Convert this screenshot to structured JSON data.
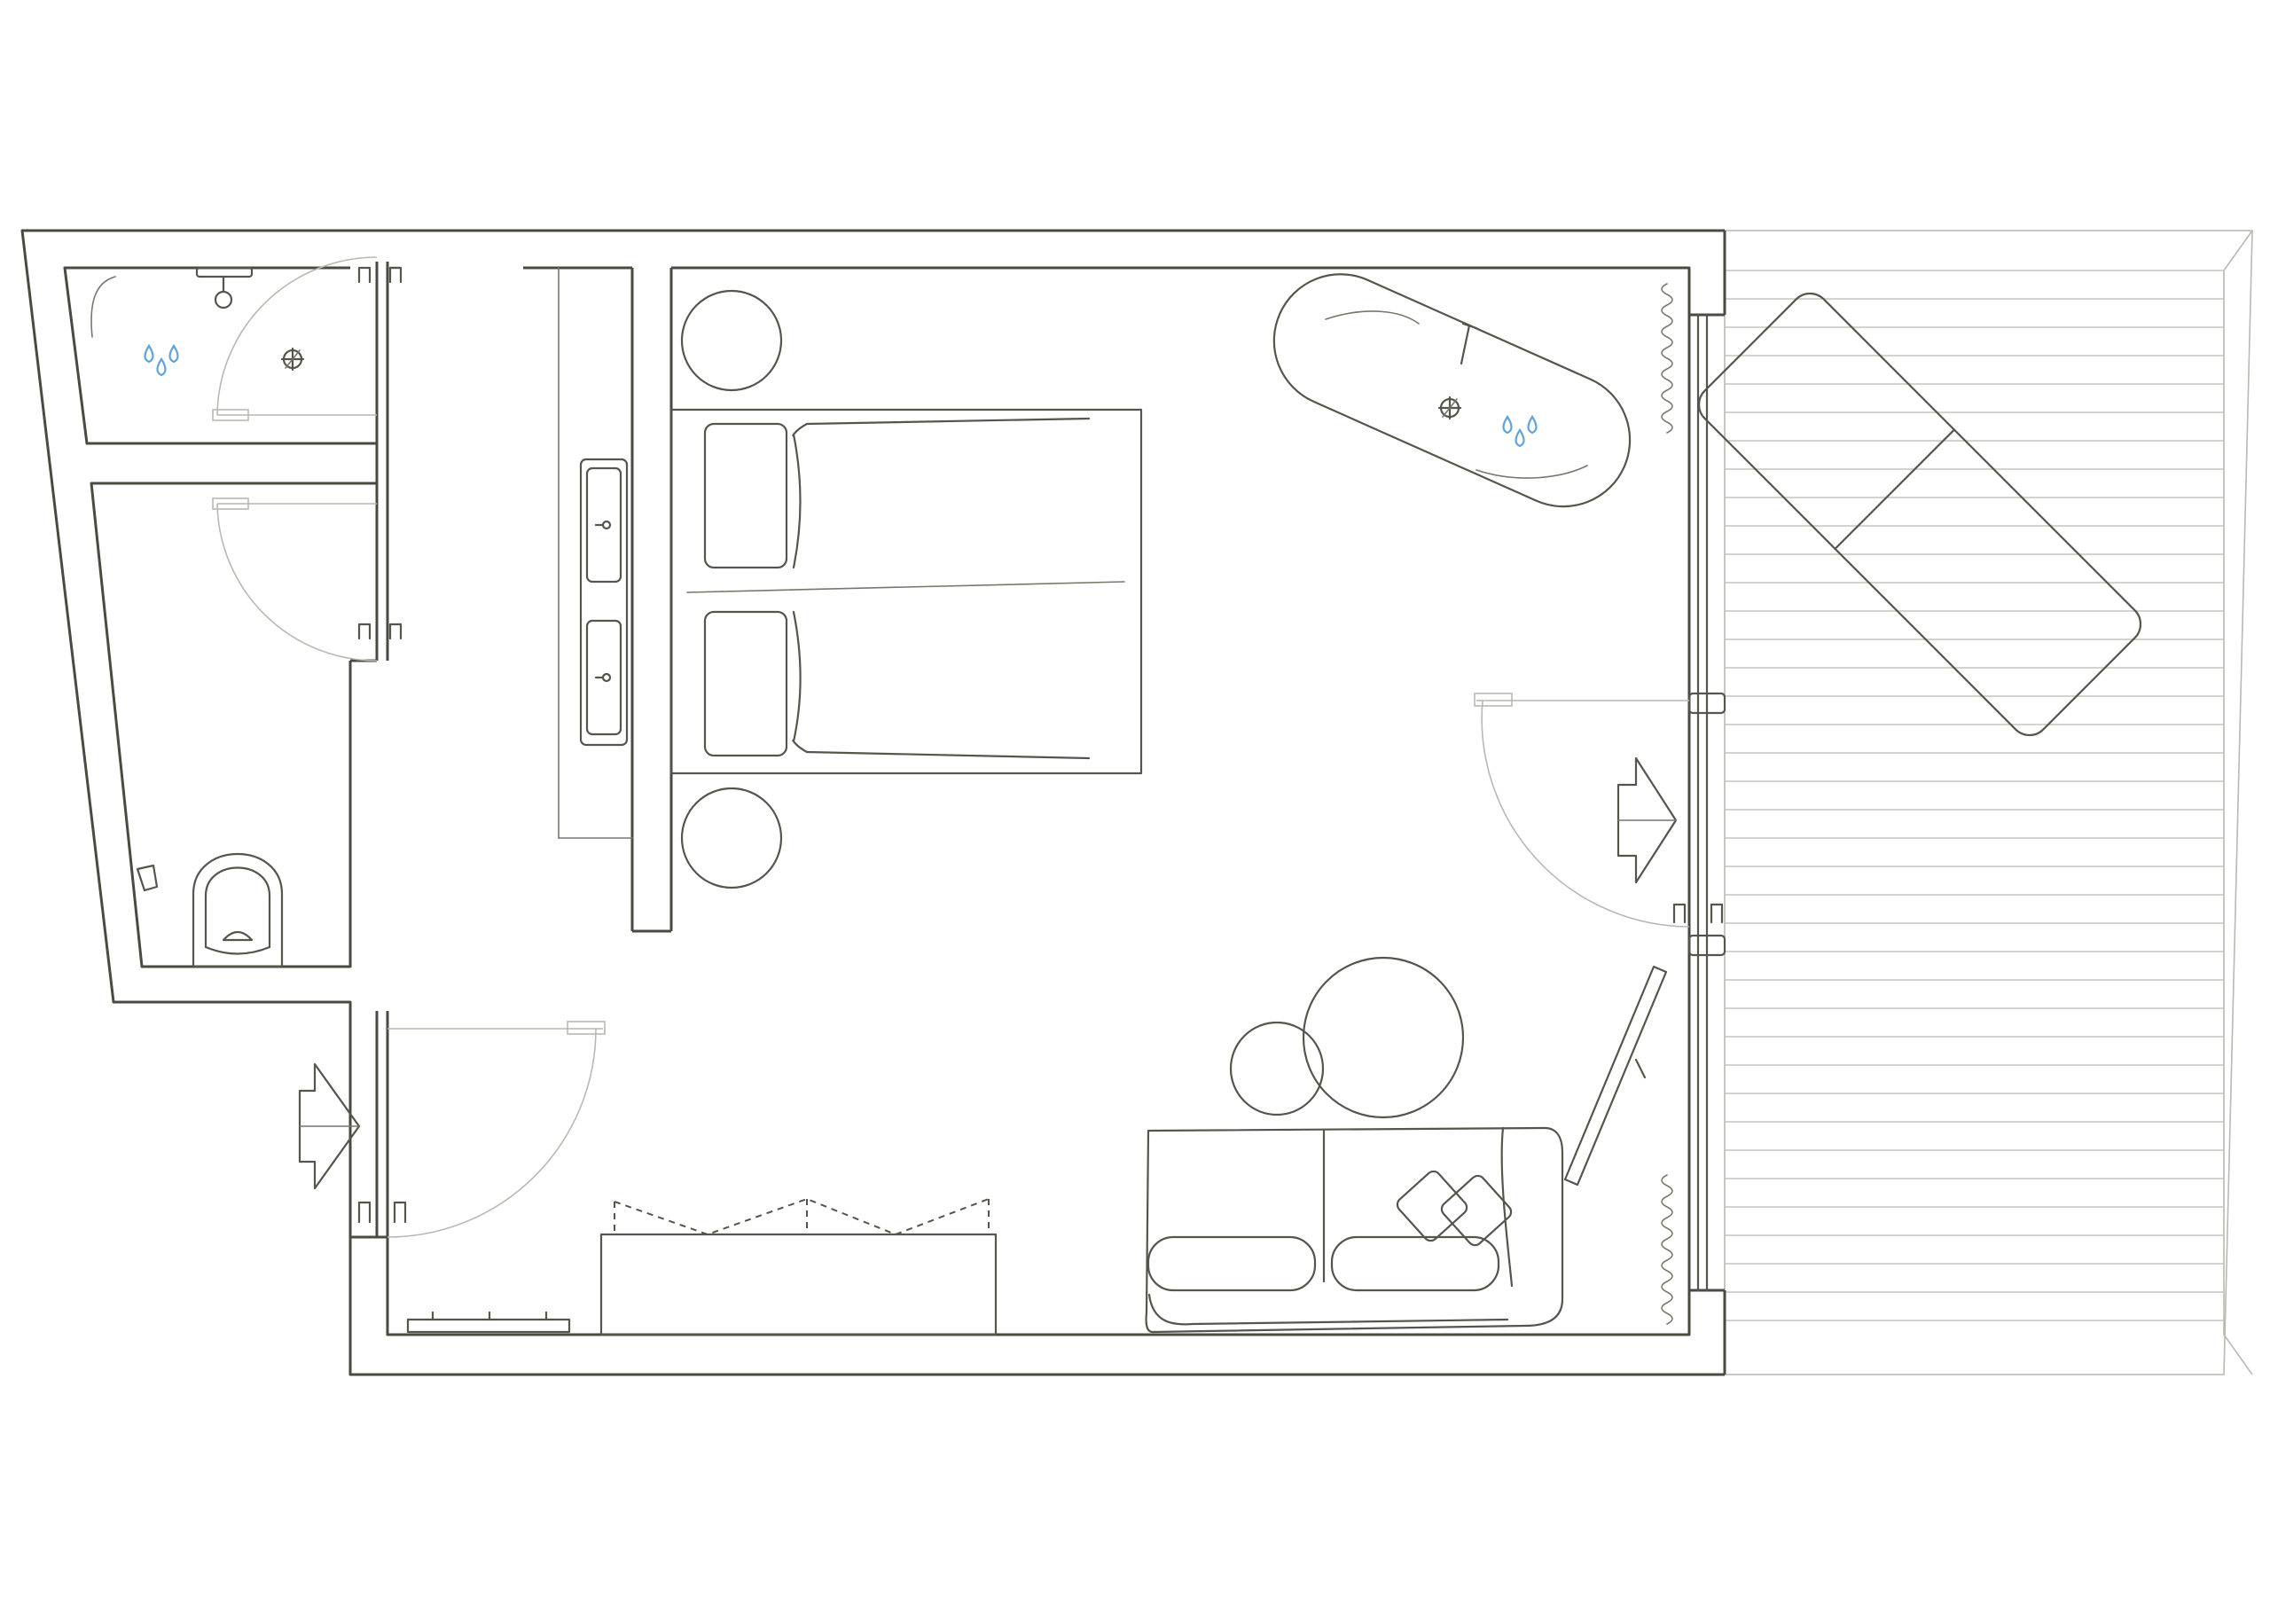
{
  "plan": {
    "type": "hotel room floor plan",
    "rooms": [
      "shower",
      "toilet",
      "entry corridor",
      "bedroom",
      "terrace"
    ],
    "colors": {
      "wall": "#4a4a40",
      "fixture": "#55554b",
      "glass": "#b9b9b0",
      "deck": "#c6c6bd",
      "water": "#5fa3d9",
      "background": "#ffffff"
    },
    "icons": [
      "water-drops-icon",
      "shower-head-icon",
      "tap-icon",
      "entry-arrow-icon",
      "terrace-arrow-icon"
    ]
  }
}
